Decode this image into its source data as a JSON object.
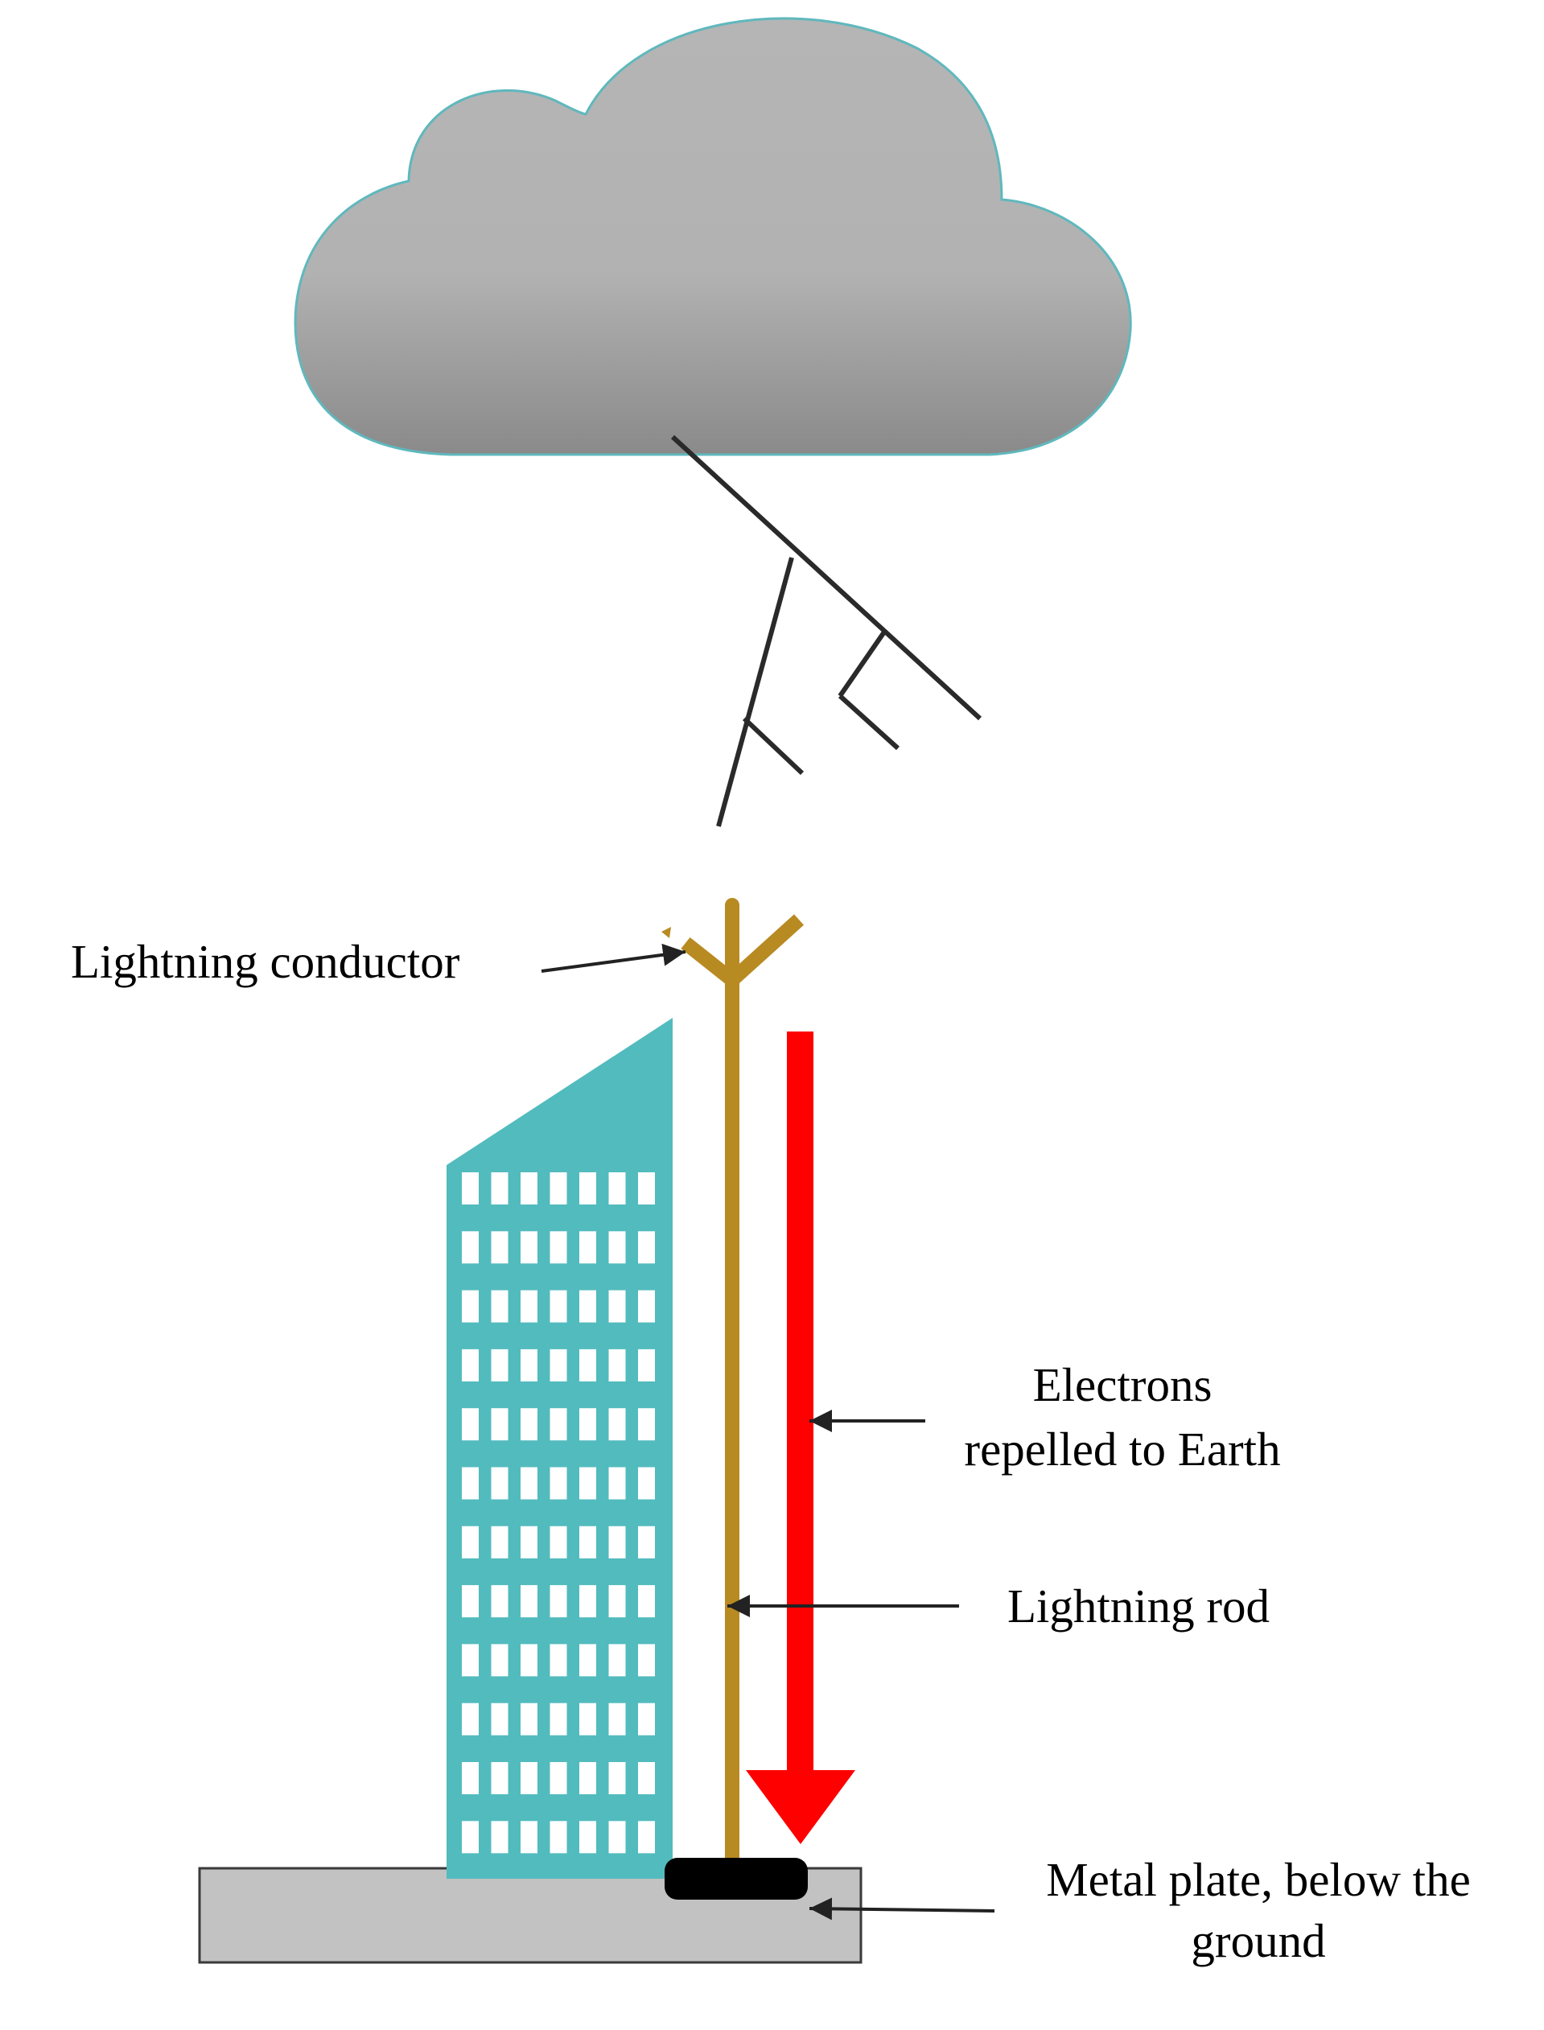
{
  "labels": {
    "lightning_conductor": "Lightning conductor",
    "electrons_line1": "Electrons",
    "electrons_line2": "repelled to Earth",
    "lightning_rod": "Lightning rod",
    "metal_plate_line1": "Metal plate, below the",
    "metal_plate_line2": "ground"
  },
  "colors": {
    "cloud_top": "#b5b5b5",
    "cloud_bottom": "#8c8c8c",
    "cloud_outline": "#5fb8bd",
    "building": "#52bbbe",
    "window": "#ffffff",
    "rod": "#b88a22",
    "arrow": "#ff0000",
    "ground": "#c2c2c2",
    "metal_plate": "#000000",
    "bolt": "#2a2a2a"
  }
}
